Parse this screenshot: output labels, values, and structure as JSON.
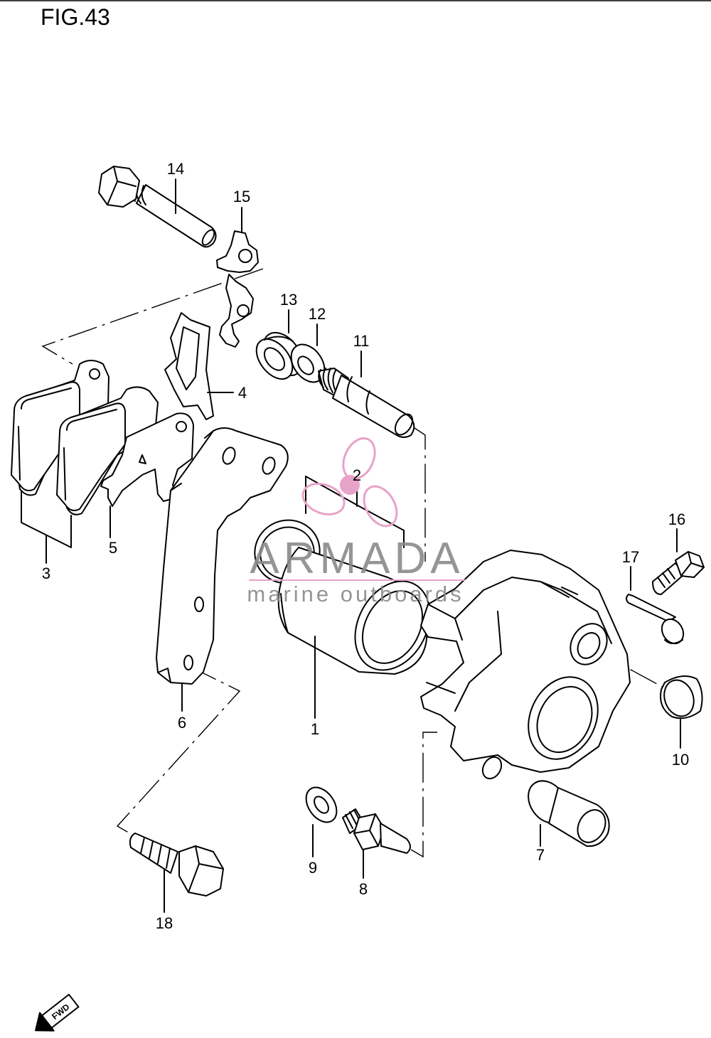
{
  "figure": {
    "title": "FIG.43"
  },
  "callouts": {
    "p1": "1",
    "p2": "2",
    "p3": "3",
    "p4": "4",
    "p5": "5",
    "p6": "6",
    "p7": "7",
    "p8": "8",
    "p9": "9",
    "p10": "10",
    "p11": "11",
    "p12": "12",
    "p13": "13",
    "p14": "14",
    "p15": "15",
    "p16": "16",
    "p17": "17",
    "p18": "18"
  },
  "watermark": {
    "brand": "ARMADA",
    "tagline": "marine outboards",
    "logo_color": "#e8a3c8",
    "text_color": "#8a8a8a"
  },
  "direction_marker": {
    "label": "FWD"
  },
  "colors": {
    "line": "#000000",
    "background": "#ffffff"
  }
}
